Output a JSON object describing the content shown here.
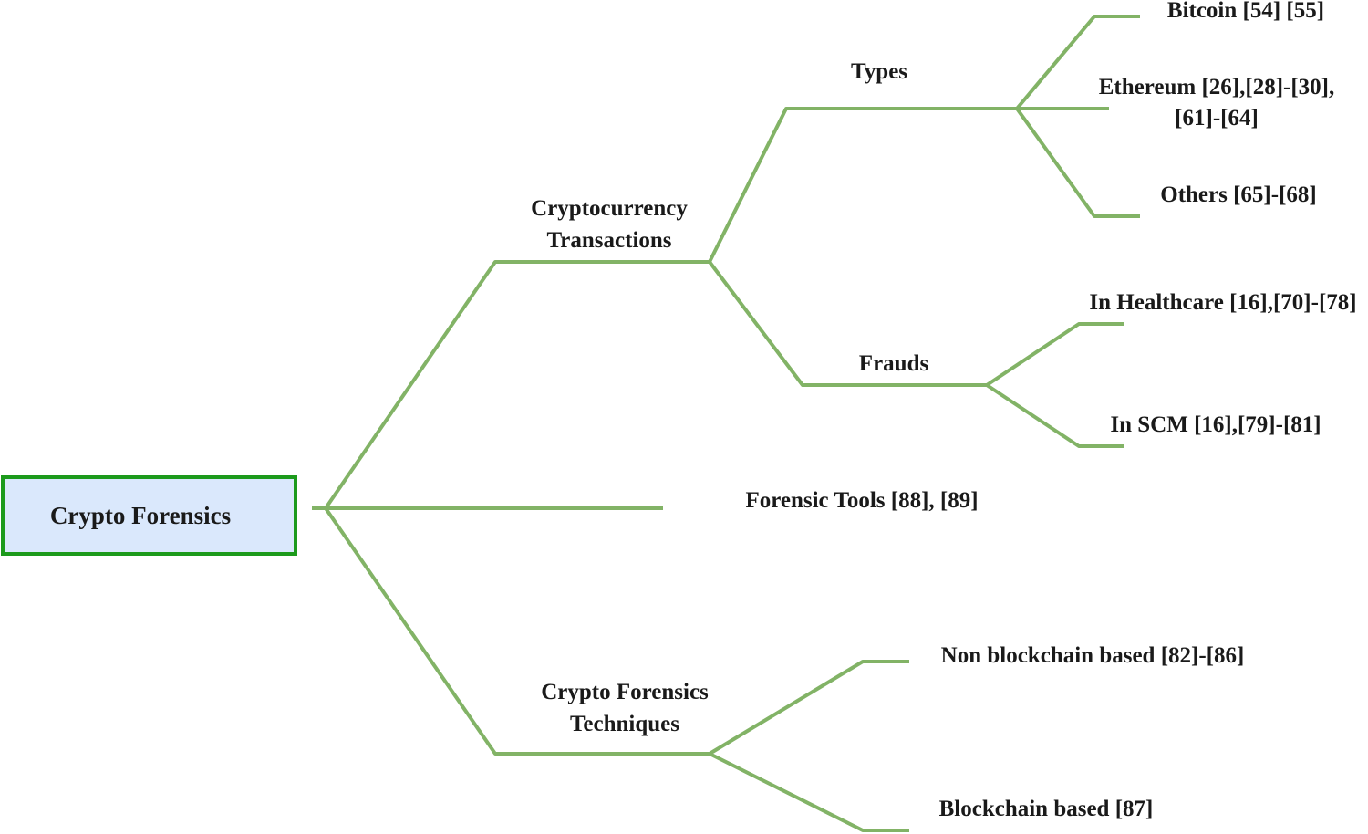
{
  "root": {
    "label": "Crypto Forensics"
  },
  "branches": {
    "transactions": {
      "label_line1": "Cryptocurrency",
      "label_line2": "Transactions",
      "types": {
        "label": "Types",
        "bitcoin": "Bitcoin [54] [55]",
        "ethereum_line1": "Ethereum [26],[28]-[30],",
        "ethereum_line2": "[61]-[64]",
        "others": "Others [65]-[68]"
      },
      "frauds": {
        "label": "Frauds",
        "healthcare": "In Healthcare [16],[70]-[78]",
        "scm": "In SCM [16],[79]-[81]"
      }
    },
    "tools": {
      "label": "Forensic Tools [88], [89]"
    },
    "techniques": {
      "label_line1": "Crypto Forensics",
      "label_line2": "Techniques",
      "non_blockchain": "Non blockchain based [82]-[86]",
      "blockchain": "Blockchain based [87]"
    }
  },
  "colors": {
    "branch_line": "#82b366",
    "root_fill": "#dae8fc",
    "root_border": "#1c9a1c",
    "text": "#1a1a1a"
  }
}
